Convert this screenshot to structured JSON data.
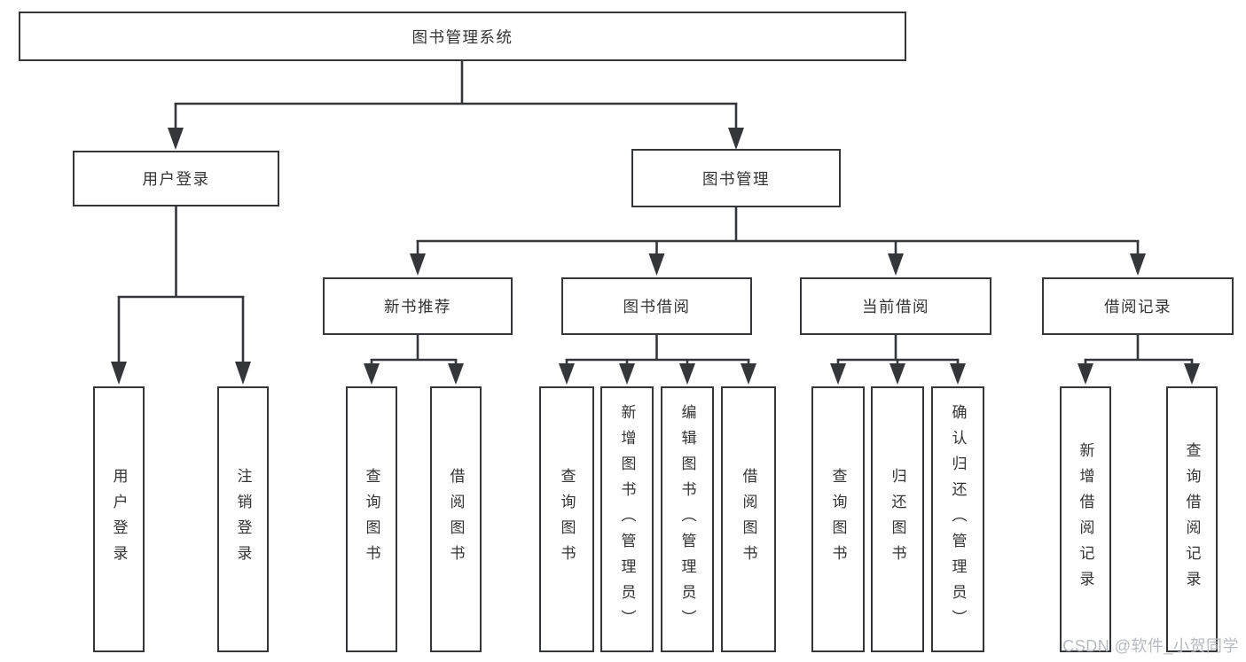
{
  "colors": {
    "background": "#ffffff",
    "line": "#35363a",
    "box_border": "#35363a",
    "text": "#333333",
    "watermark": "#b6bac0"
  },
  "watermark": {
    "text": "CSDN @软件_小贺同学"
  },
  "tree": {
    "root": {
      "label": "图书管理系统",
      "children": [
        {
          "label": "用户登录",
          "children": [
            {
              "label": "用户登录"
            },
            {
              "label": "注销登录"
            }
          ]
        },
        {
          "label": "图书管理",
          "children": [
            {
              "label": "新书推荐",
              "children": [
                {
                  "label": "查询图书"
                },
                {
                  "label": "借阅图书"
                }
              ]
            },
            {
              "label": "图书借阅",
              "children": [
                {
                  "label": "查询图书"
                },
                {
                  "label": "新增图书（管理员）"
                },
                {
                  "label": "编辑图书（管理员）"
                },
                {
                  "label": "借阅图书"
                }
              ]
            },
            {
              "label": "当前借阅",
              "children": [
                {
                  "label": "查询图书"
                },
                {
                  "label": "归还图书"
                },
                {
                  "label": "确认归还（管理员）"
                }
              ]
            },
            {
              "label": "借阅记录",
              "children": [
                {
                  "label": "新增借阅记录"
                },
                {
                  "label": "查询借阅记录"
                }
              ]
            }
          ]
        }
      ]
    }
  }
}
